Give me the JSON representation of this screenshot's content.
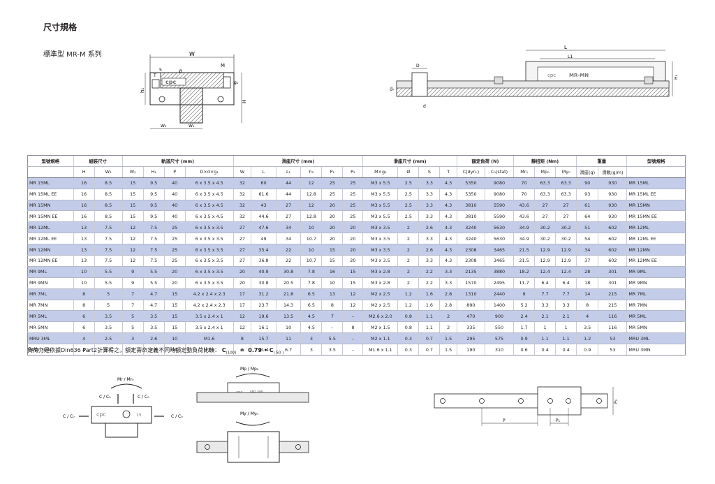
{
  "page": {
    "title": "尺寸規格",
    "subtitle": "標準型 MR-M 系列"
  },
  "drawing1": {
    "W": "W",
    "M": "M",
    "T": "T",
    "S": "S",
    "phi": "Ø",
    "g1": "g₁",
    "h1": "h₁",
    "H": "H",
    "W2": "W₂",
    "W1": "W₁",
    "brand": "cpc"
  },
  "drawing2": {
    "L": "L",
    "L1": "L1",
    "D": "D",
    "d": "d",
    "H1": "H₁",
    "g1": "g₁",
    "brand": "cpc",
    "model": "MR-MN"
  },
  "table": {
    "groups": [
      "型號規格",
      "組裝尺寸",
      "軌道尺寸 (mm)",
      "滑座尺寸 (mm)",
      "滑座尺寸 (mm)",
      "額定負荷 (N)",
      "靜扭矩 (Nm)",
      "重量",
      "型號規格"
    ],
    "columns": [
      "",
      "H",
      "W₂",
      "W₁",
      "H₁",
      "P",
      "D×d×g₁",
      "W",
      "L",
      "L₁",
      "h₂",
      "P₁",
      "P₂",
      "M×g₂",
      "Ø",
      "S",
      "T",
      "C(dyn.)",
      "C₀(stat)",
      "Mr₀",
      "Mp₀",
      "My₀",
      "滑座(g)",
      "滑軌(g/m)",
      ""
    ],
    "rows": [
      [
        "MR 15ML",
        "16",
        "8.5",
        "15",
        "9.5",
        "40",
        "6 x 3.5 x 4.5",
        "32",
        "60",
        "44",
        "12",
        "25",
        "25",
        "M3 x 5.5",
        "2.5",
        "3.3",
        "4.3",
        "5350",
        "9080",
        "70",
        "63.3",
        "63.3",
        "90",
        "930",
        "MR 15ML"
      ],
      [
        "MR 15ML EE",
        "16",
        "8.5",
        "15",
        "9.5",
        "40",
        "6 x 3.5 x 4.5",
        "32",
        "61.6",
        "44",
        "12.8",
        "25",
        "25",
        "M3 x 5.5",
        "2.5",
        "3.3",
        "4.3",
        "5350",
        "9080",
        "70",
        "63.3",
        "63.3",
        "93",
        "930",
        "MR 15ML EE"
      ],
      [
        "MR 15MN",
        "16",
        "8.5",
        "15",
        "9.5",
        "40",
        "6 x 3.5 x 4.5",
        "32",
        "43",
        "27",
        "12",
        "20",
        "25",
        "M3 x 5.5",
        "2.5",
        "3.3",
        "4.3",
        "3810",
        "5590",
        "43.6",
        "27",
        "27",
        "61",
        "930",
        "MR 15MN"
      ],
      [
        "MR 15MN EE",
        "16",
        "8.5",
        "15",
        "9.5",
        "40",
        "6 x 3.5 x 4.5",
        "32",
        "44.6",
        "27",
        "12.8",
        "20",
        "25",
        "M3 x 5.5",
        "2.5",
        "3.3",
        "4.3",
        "3810",
        "5590",
        "43.6",
        "27",
        "27",
        "64",
        "930",
        "MR 15MN EE"
      ],
      [
        "MR 12ML",
        "13",
        "7.5",
        "12",
        "7.5",
        "25",
        "6 x 3.5 x 3.5",
        "27",
        "47.6",
        "34",
        "10",
        "20",
        "20",
        "M3 x 3.5",
        "2",
        "2.6",
        "4.3",
        "3240",
        "5630",
        "34.9",
        "30.2",
        "30.2",
        "51",
        "602",
        "MR 12ML"
      ],
      [
        "MR 12ML EE",
        "13",
        "7.5",
        "12",
        "7.5",
        "25",
        "6 x 3.5 x 3.5",
        "27",
        "49",
        "34",
        "10.7",
        "20",
        "20",
        "M3 x 3.5",
        "2",
        "3.3",
        "4.3",
        "3240",
        "5630",
        "34.9",
        "30.2",
        "30.2",
        "54",
        "602",
        "MR 12ML EE"
      ],
      [
        "MR 12MN",
        "13",
        "7.5",
        "12",
        "7.5",
        "25",
        "6 x 3.5 x 3.5",
        "27",
        "35.4",
        "22",
        "10",
        "15",
        "20",
        "M3 x 3.5",
        "2",
        "2.6",
        "4.3",
        "2308",
        "3465",
        "21.5",
        "12.9",
        "12.9",
        "34",
        "602",
        "MR 12MN"
      ],
      [
        "MR 12MN EE",
        "13",
        "7.5",
        "12",
        "7.5",
        "25",
        "6 x 3.5 x 3.5",
        "27",
        "36.8",
        "22",
        "10.7",
        "15",
        "20",
        "M3 x 3.5",
        "2",
        "3.3",
        "4.3",
        "2308",
        "3465",
        "21.5",
        "12.9",
        "12.9",
        "37",
        "602",
        "MR 12MN EE"
      ],
      [
        "MR 9ML",
        "10",
        "5.5",
        "9",
        "5.5",
        "20",
        "6 x 3.5 x 3.5",
        "20",
        "40.9",
        "30.8",
        "7.8",
        "16",
        "15",
        "M3 x 2.8",
        "2",
        "2.2",
        "3.3",
        "2135",
        "3880",
        "18.2",
        "12.4",
        "12.4",
        "28",
        "301",
        "MR 9ML"
      ],
      [
        "MR 9MN",
        "10",
        "5.5",
        "9",
        "5.5",
        "20",
        "6 x 3.5 x 3.5",
        "20",
        "30.8",
        "20.5",
        "7.8",
        "10",
        "15",
        "M3 x 2.8",
        "2",
        "2.2",
        "3.3",
        "1570",
        "2495",
        "11.7",
        "6.4",
        "6.4",
        "18",
        "301",
        "MR 9MN"
      ],
      [
        "MR 7ML",
        "8",
        "5",
        "7",
        "4.7",
        "15",
        "4.2 x 2.4 x 2.3",
        "17",
        "31.2",
        "21.8",
        "6.5",
        "13",
        "12",
        "M2 x 2.5",
        "1.2",
        "1.6",
        "2.8",
        "1310",
        "2440",
        "9",
        "7.7",
        "7.7",
        "14",
        "215",
        "MR 7ML"
      ],
      [
        "MR 7MN",
        "8",
        "5",
        "7",
        "4.7",
        "15",
        "4.2 x 2.4 x 2.3",
        "17",
        "23.7",
        "14.3",
        "6.5",
        "8",
        "12",
        "M2 x 2.5",
        "1.2",
        "1.6",
        "2.8",
        "890",
        "1400",
        "5.2",
        "3.3",
        "3.3",
        "8",
        "215",
        "MR 7MN"
      ],
      [
        "MR 5ML",
        "6",
        "3.5",
        "5",
        "3.5",
        "15",
        "3.5 x 2.4 x 1",
        "12",
        "19.6",
        "13.5",
        "4.5",
        "7",
        "–",
        "M2.6 x 2.0",
        "0.8",
        "1.1",
        "2",
        "470",
        "900",
        "2.4",
        "2.1",
        "2.1",
        "4",
        "116",
        "MR 5ML"
      ],
      [
        "MR 5MN",
        "6",
        "3.5",
        "5",
        "3.5",
        "15",
        "3.5 x 2.4 x 1",
        "12",
        "16.1",
        "10",
        "4.5",
        "–",
        "8",
        "M2 x 1.5",
        "0.8",
        "1.1",
        "2",
        "335",
        "550",
        "1.7",
        "1",
        "1",
        "3.5",
        "116",
        "MR 5MN"
      ],
      [
        "MRU 3ML",
        "4",
        "2.5",
        "3",
        "2.6",
        "10",
        "M1.6",
        "8",
        "15.7",
        "11",
        "3",
        "5.5",
        "–",
        "M2 x 1.1",
        "0.3",
        "0.7",
        "1.5",
        "295",
        "575",
        "0.9",
        "1.1",
        "1.1",
        "1.2",
        "53",
        "MRU 3ML"
      ],
      [
        "MRU 3MN",
        "4",
        "2.5",
        "3",
        "2.6",
        "10",
        "M1.6",
        "8",
        "11.4",
        "6.7",
        "3",
        "3.5",
        "–",
        "M1.6 x 1.1",
        "0.3",
        "0.7",
        "1.5",
        "190",
        "310",
        "0.6",
        "0.4",
        "0.4",
        "0.9",
        "53",
        "MRU 3MN"
      ]
    ]
  },
  "note": {
    "text": "負荷力是依據Din636 Part2計算得之，額定壽命定義不同時額定動負荷比較：",
    "c100": "C",
    "sub100": "(100)",
    "eq": "=",
    "factor": "0.79 • C",
    "sub50": "( 50 )"
  },
  "bottom_left": {
    "mr": "Mr / Mr₀",
    "c1": "C / C₀",
    "c2": "C / C₀",
    "c3": "C / C₀",
    "c4": "C / C₀",
    "brand": "cpc",
    "size": "15"
  },
  "bottom_mid": {
    "mp": "Mp / Mp₀",
    "my": "My / My₀",
    "brand": "cpc",
    "model": "MR-MN"
  },
  "bottom_right": {
    "P": "P",
    "P1": "P₁",
    "P2": "P₂"
  },
  "colors": {
    "stripe": "#c3cde9",
    "line": "#231f20"
  }
}
